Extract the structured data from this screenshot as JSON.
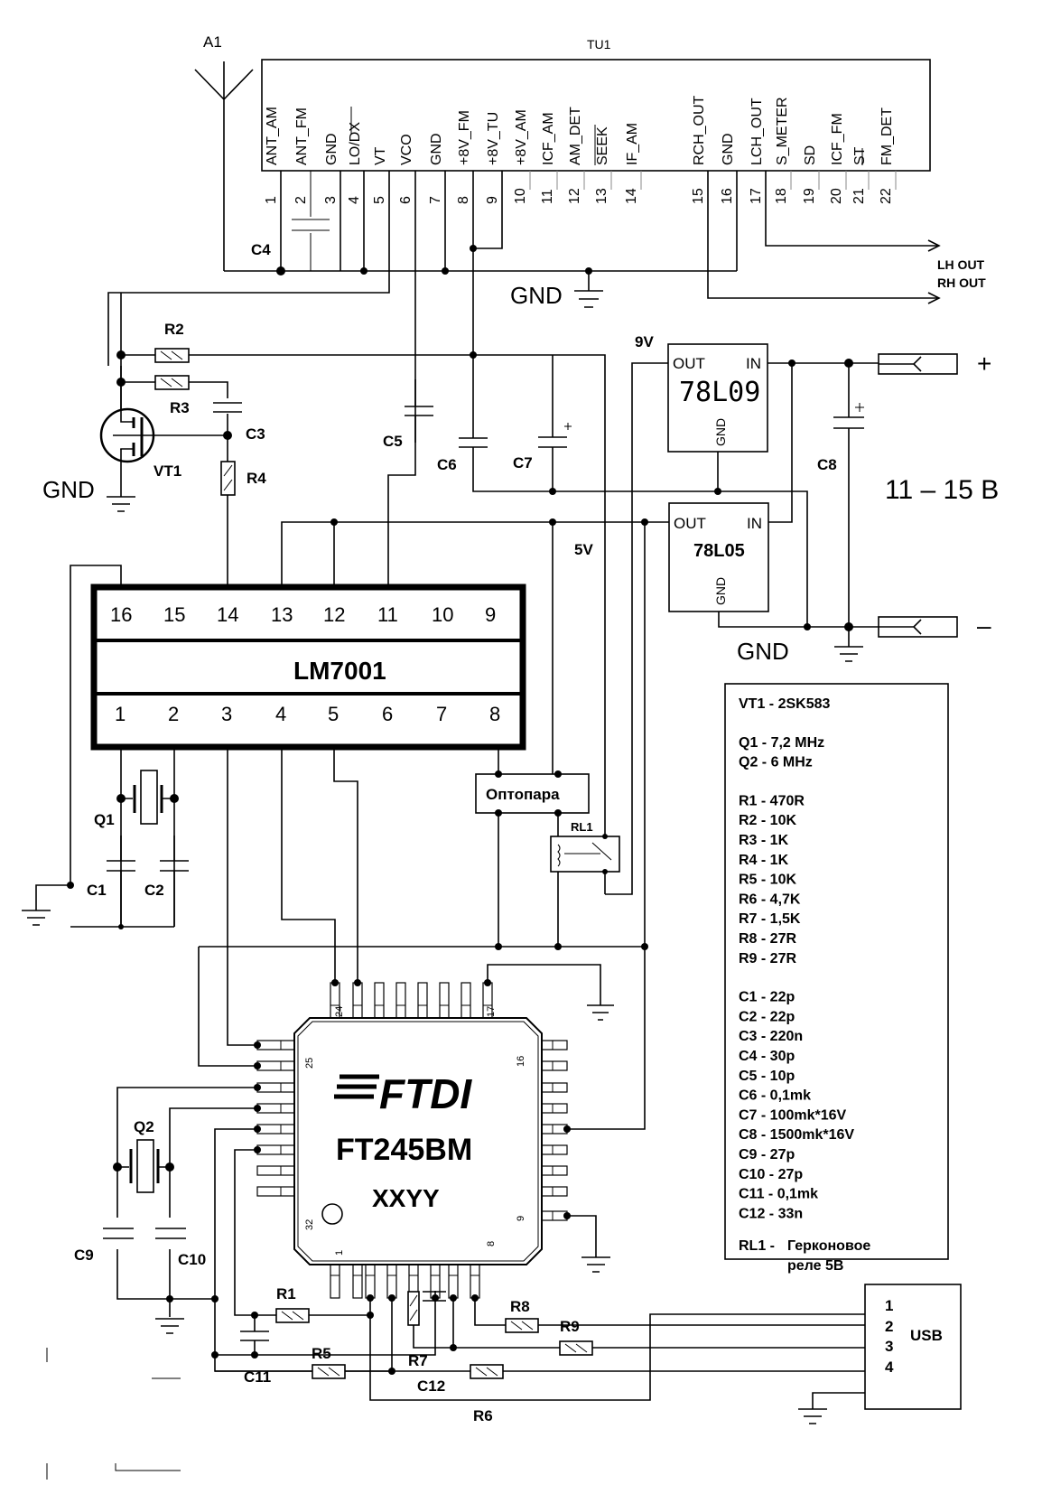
{
  "antenna": {
    "ref": "A1"
  },
  "tuner": {
    "ref": "TU1",
    "pins": [
      {
        "num": "1",
        "name": "ANT_AM"
      },
      {
        "num": "2",
        "name": "ANT_FM"
      },
      {
        "num": "3",
        "name": "GND"
      },
      {
        "num": "4",
        "name": "LO/DX"
      },
      {
        "num": "5",
        "name": "VT"
      },
      {
        "num": "6",
        "name": "VCO"
      },
      {
        "num": "7",
        "name": "GND"
      },
      {
        "num": "8",
        "name": "+8V_FM"
      },
      {
        "num": "9",
        "name": "+8V_TU"
      },
      {
        "num": "10",
        "name": "+8V_AM"
      },
      {
        "num": "11",
        "name": "ICF_AM"
      },
      {
        "num": "12",
        "name": "AM_DET"
      },
      {
        "num": "13",
        "name": "SEEK"
      },
      {
        "num": "14",
        "name": "IF_AM"
      },
      {
        "num": "15",
        "name": "RCH_OUT"
      },
      {
        "num": "16",
        "name": "GND"
      },
      {
        "num": "17",
        "name": "LCH_OUT"
      },
      {
        "num": "18",
        "name": "S_METER"
      },
      {
        "num": "19",
        "name": "SD"
      },
      {
        "num": "20",
        "name": "ICF_FM"
      },
      {
        "num": "21",
        "name": "ST"
      },
      {
        "num": "22",
        "name": "FM_DET"
      }
    ]
  },
  "outputs": {
    "lh": "LH OUT",
    "rh": "RH OUT"
  },
  "gnd_label": "GND",
  "rails": {
    "v9": "9V",
    "v5": "5V"
  },
  "regulators": [
    {
      "ref": "78L09",
      "out": "OUT",
      "in": "IN",
      "gnd": "GND"
    },
    {
      "ref": "78L05",
      "out": "OUT",
      "in": "IN",
      "gnd": "GND"
    }
  ],
  "power": {
    "plus": "+",
    "minus": "–",
    "range": "11 – 15 В"
  },
  "components": {
    "R1": "R1",
    "R2": "R2",
    "R3": "R3",
    "R4": "R4",
    "R5": "R5",
    "R6": "R6",
    "R7": "R7",
    "R8": "R8",
    "R9": "R9",
    "C1": "C1",
    "C2": "C2",
    "C3": "C3",
    "C4": "C4",
    "C5": "C5",
    "C6": "C6",
    "C7": "C7",
    "C8": "C8",
    "C9": "C9",
    "C10": "C10",
    "C11": "C11",
    "C12": "C12",
    "Q1": "Q1",
    "Q2": "Q2",
    "VT1": "VT1",
    "RL1": "RL1"
  },
  "pll": {
    "ref": "LM7001",
    "top_pins": [
      "16",
      "15",
      "14",
      "13",
      "12",
      "11",
      "10",
      "9"
    ],
    "bottom_pins": [
      "1",
      "2",
      "3",
      "4",
      "5",
      "6",
      "7",
      "8"
    ]
  },
  "optocoupler": {
    "label": "Оптопара"
  },
  "ftdi": {
    "logo": "FTDI",
    "part": "FT245BM",
    "code": "XXYY",
    "pin_labels": {
      "p1": "1",
      "p8": "8",
      "p9": "9",
      "p16": "16",
      "p17": "17",
      "p24": "24",
      "p25": "25",
      "p32": "32"
    }
  },
  "usb": {
    "label": "USB",
    "pins": [
      "1",
      "2",
      "3",
      "4"
    ]
  },
  "bom": {
    "lines": [
      "VT1 - 2SK583",
      "",
      "Q1 - 7,2 MHz",
      "Q2 - 6 MHz",
      "",
      "R1 - 470R",
      "R2 - 10K",
      "R3 - 1K",
      "R4 - 1K",
      "R5 - 10K",
      "R6 - 4,7K",
      "R7 - 1,5K",
      "R8 - 27R",
      "R9 - 27R",
      "",
      "C1 - 22p",
      "C2 - 22p",
      "C3 - 220n",
      "C4 - 30p",
      "C5 - 10p",
      "C6 - 0,1mk",
      "C7 - 100mk*16V",
      "C8 - 1500mk*16V",
      "C9 - 27p",
      "C10 - 27p",
      "C11 - 0,1mk",
      "C12 - 33n"
    ],
    "relay_ref": "RL1 -",
    "relay_desc_1": "Герконовое",
    "relay_desc_2": "реле 5В"
  }
}
